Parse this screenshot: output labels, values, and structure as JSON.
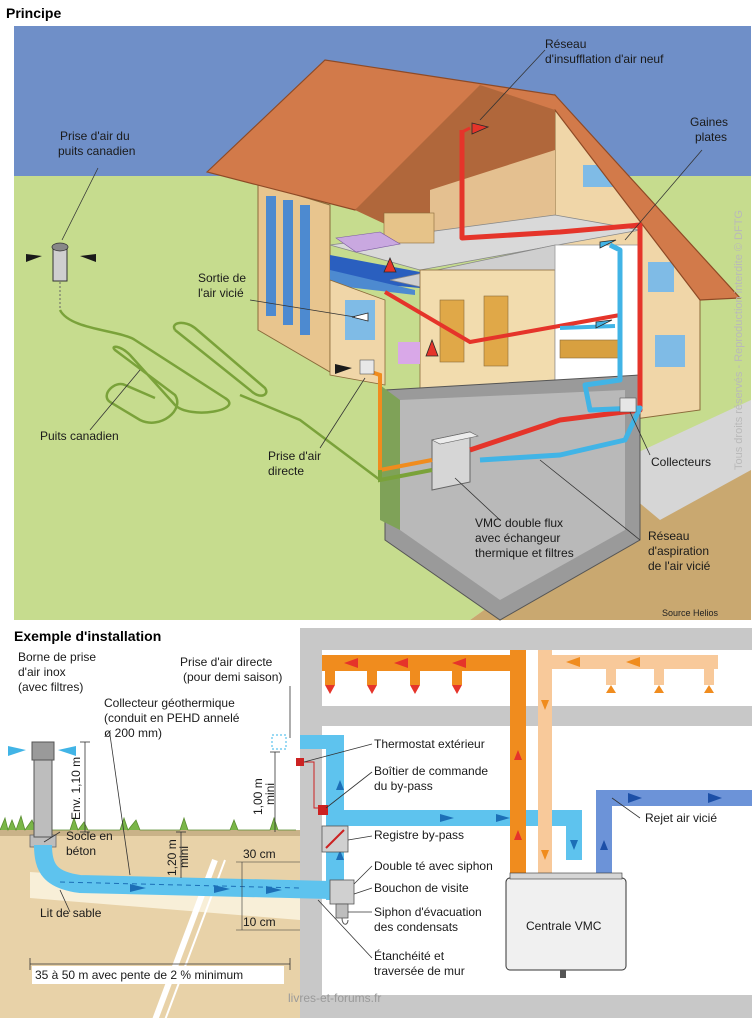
{
  "titles": {
    "principle": "Principe",
    "installation": "Exemple d'installation"
  },
  "principle_labels": {
    "prise_air_puits": [
      "Prise d'air du",
      "puits canadien"
    ],
    "reseau_insufflation": [
      "Réseau",
      "d'insufflation d'air neuf"
    ],
    "gaines_plates": [
      "Gaines",
      "plates"
    ],
    "sortie_air_vicie": [
      "Sortie de",
      "l'air vicié"
    ],
    "puits_canadien": "Puits canadien",
    "prise_air_directe": [
      "Prise d'air",
      "directe"
    ],
    "collecteurs": "Collecteurs",
    "vmc": [
      "VMC double flux",
      "avec échangeur",
      "thermique et filtres"
    ],
    "reseau_aspiration": [
      "Réseau",
      "d'aspiration",
      "de l'air vicié"
    ],
    "source": "Source Helios",
    "copyright": "Tous droits réservés - Reproduction interdite © DFTG"
  },
  "installation_labels": {
    "borne": [
      "Borne de prise",
      "d'air inox",
      "(avec filtres)"
    ],
    "prise_directe": [
      "Prise d'air directe",
      "(pour demi saison)"
    ],
    "collecteur": [
      "Collecteur géothermique",
      "(conduit en PEHD annelé",
      "ø 200 mm)"
    ],
    "thermostat": "Thermostat extérieur",
    "boitier": [
      "Boîtier de commande",
      "du by-pass"
    ],
    "registre": "Registre by-pass",
    "double_te": "Double té avec siphon",
    "bouchon": "Bouchon de visite",
    "siphon": [
      "Siphon d'évacuation",
      "des condensats"
    ],
    "etancheite": [
      "Étanchéité et",
      "traversée de mur"
    ],
    "socle": [
      "Socle en",
      "béton"
    ],
    "lit_sable": "Lit de sable",
    "centrale": "Centrale VMC",
    "rejet": "Rejet air vicié",
    "env": "Env. 1,10 m",
    "m100": [
      "1,00 m",
      "mini"
    ],
    "m120": [
      "1,20 m",
      "mini"
    ],
    "cm30": "30 cm",
    "cm10": "10 cm",
    "longueur": "35 à 50 m avec pente de 2 % minimum",
    "watermark": "livres-et-forums.fr"
  },
  "colors": {
    "sky": "#6f8fc8",
    "grass": "#c6dc8e",
    "soil": "#c9a870",
    "roof": "#d27a4a",
    "fresh_air_red": "#e5342a",
    "stale_air_blue": "#41b4e6",
    "orange_duct": "#f08c1e",
    "light_orange_duct": "#f8c99a",
    "geo_pipe": "#5ec3ee",
    "wall_grey": "#c8c8c8",
    "green_pipe": "#7aa23a"
  }
}
